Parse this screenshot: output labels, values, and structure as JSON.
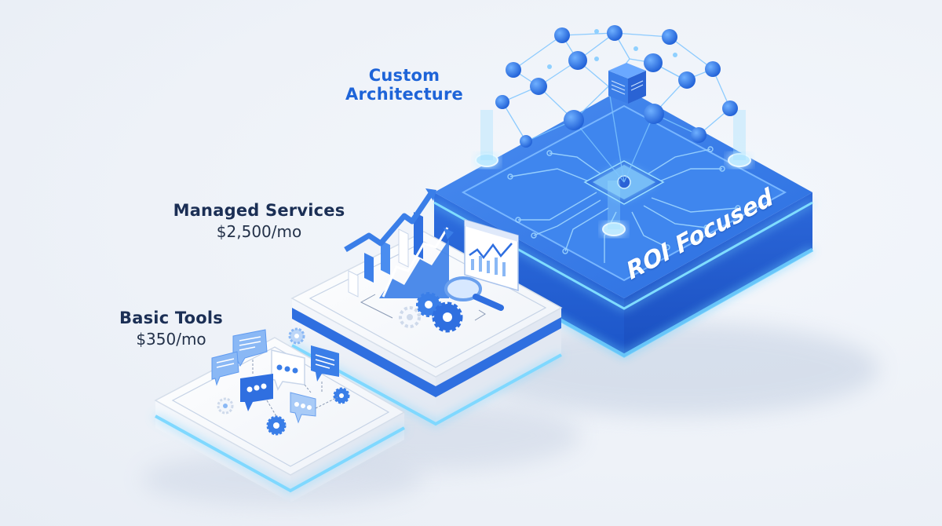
{
  "diagram": {
    "type": "isometric-tiered-platforms",
    "tiers": [
      {
        "id": "basic",
        "title": "Basic Tools",
        "price": "$350/mo",
        "icons": [
          "chat-bubble-icon",
          "chat-bubble-dots-icon",
          "gear-icon"
        ],
        "platform_color": "#f3f6fb"
      },
      {
        "id": "managed",
        "title": "Managed Services",
        "price": "$2,500/mo",
        "icons": [
          "bar-chart-icon",
          "trend-arrow-icon",
          "magnifier-icon",
          "dashboard-window-icon",
          "gear-icon"
        ],
        "platform_color": "#f3f6fb"
      },
      {
        "id": "custom",
        "title": "Custom Architecture",
        "title_lines": [
          "Custom",
          "Architecture"
        ],
        "side_text": "ROI Focused",
        "icons": [
          "circuit-board-icon",
          "cpu-chip-icon",
          "server-cube-icon",
          "network-node-icon",
          "database-icon"
        ],
        "platform_color": "#2a6fe0"
      }
    ]
  },
  "colors": {
    "primary_blue": "#2a6fe0",
    "deep_blue": "#1a4fc0",
    "glow_cyan": "#5cc8ff",
    "title_dark": "#1b2f55",
    "title_accent": "#1e64d8",
    "background": "#eef2f8"
  }
}
